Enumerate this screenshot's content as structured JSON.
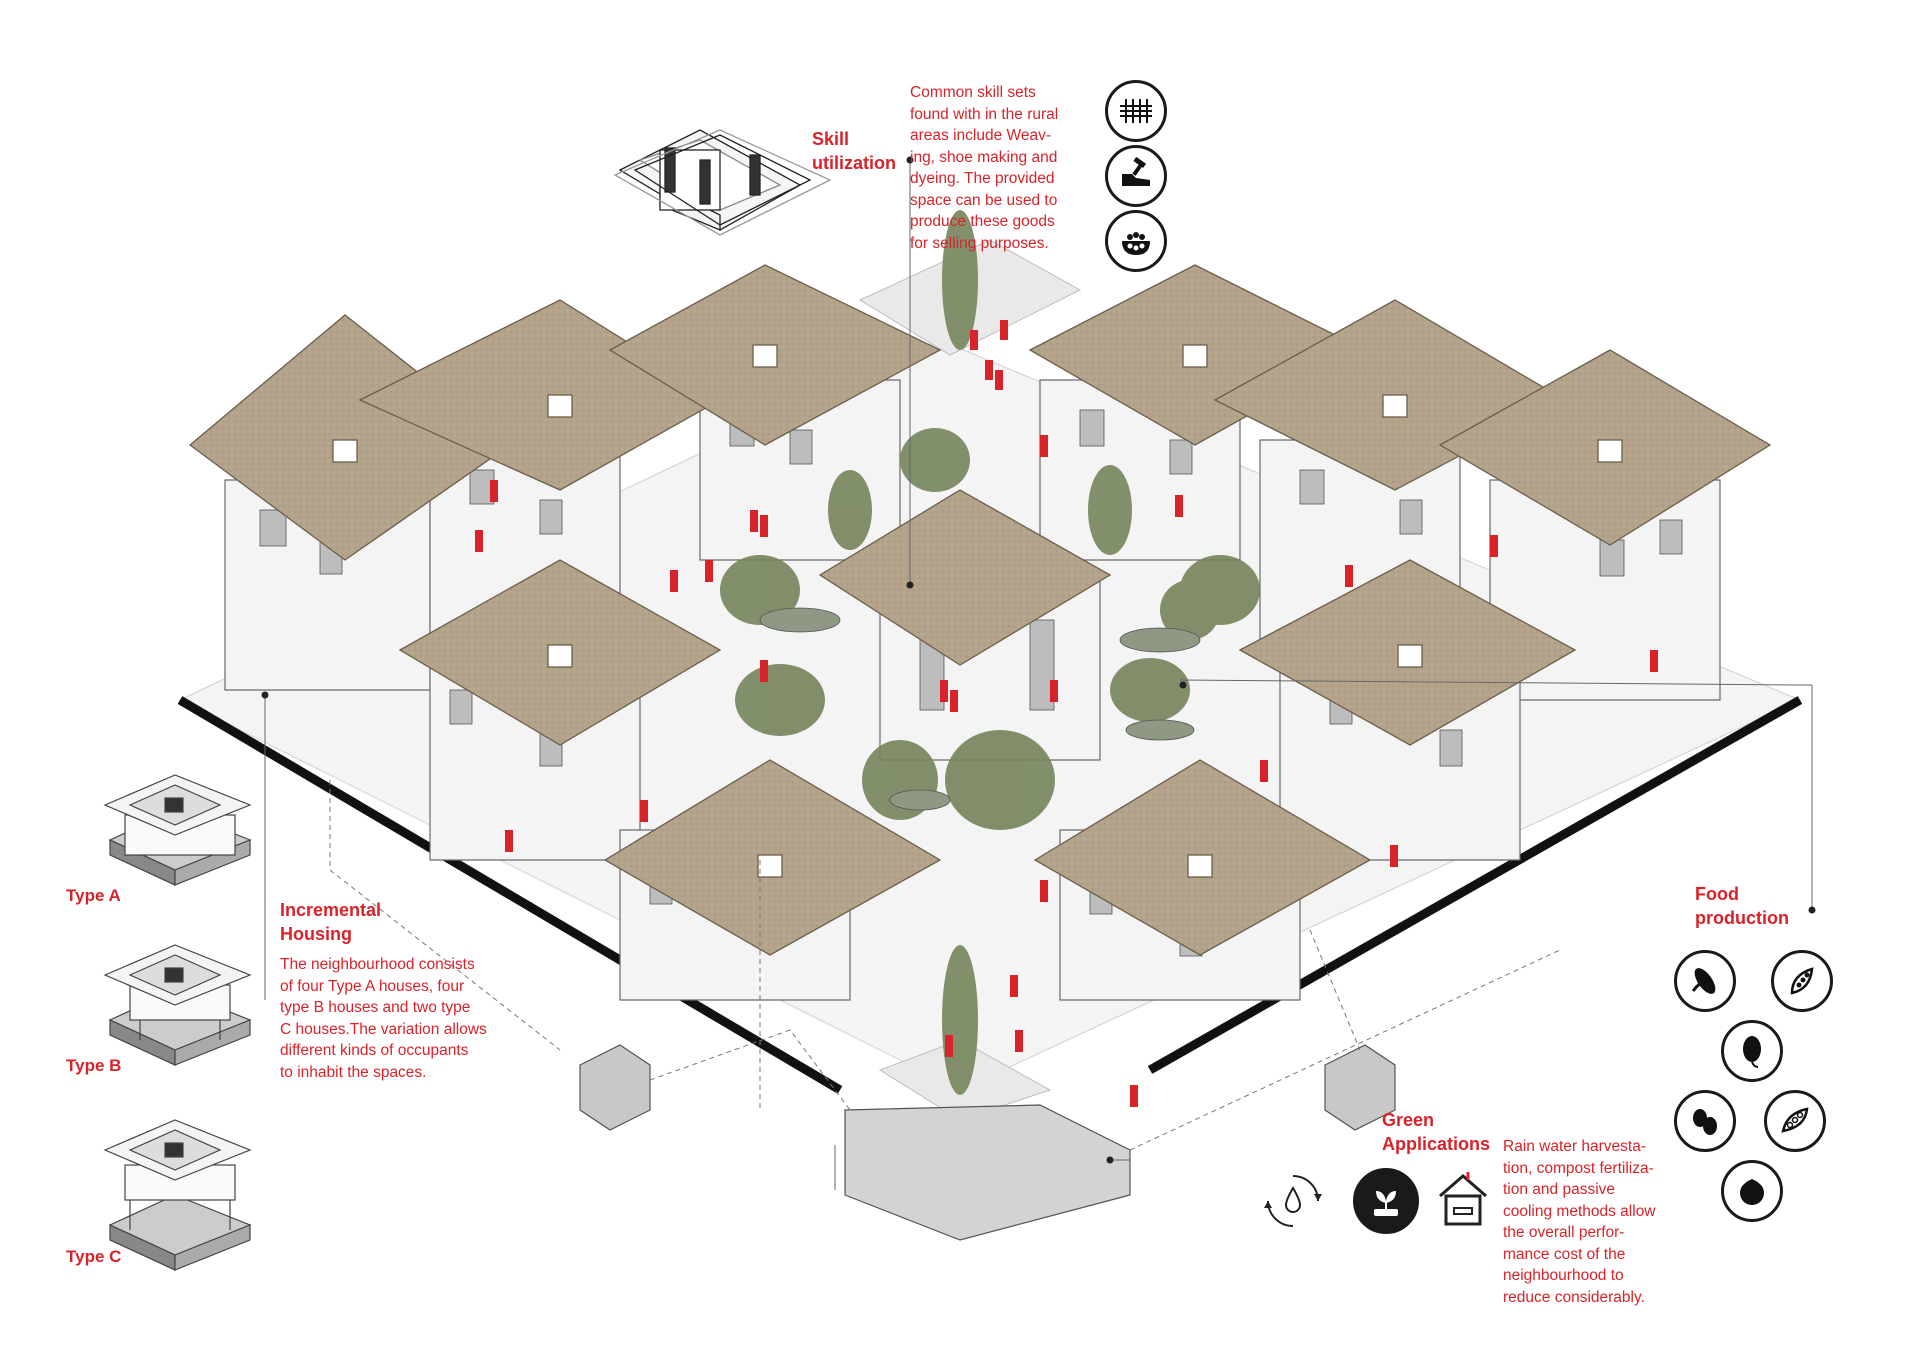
{
  "skill": {
    "title": "Skill\nutilization",
    "text": "Common skill sets\nfound with in the rural\nareas include Weav-\ning, shoe making and\ndyeing. The provided\nspace can be used to\nproduce these goods\nfor selling purposes.",
    "icons": [
      "weaving-icon",
      "shoemaking-icon",
      "dyeing-icon"
    ]
  },
  "housing": {
    "title": "Incremental\nHousing",
    "text": "The neighbourhood consists\nof four Type A houses, four\ntype B houses and two type\nC houses.The variation allows\ndifferent kinds of occupants\nto inhabit the spaces.",
    "types": [
      "Type A",
      "Type B",
      "Type C"
    ]
  },
  "food": {
    "title": "Food\nproduction",
    "icons": [
      "corn-icon",
      "pea-pod-icon",
      "seed-icon",
      "beans-icon",
      "green-pea-icon",
      "tomato-icon"
    ]
  },
  "green": {
    "title": "Green\nApplications",
    "text": "Rain water harvesta-\ntion, compost fertiliza-\ntion and passive\ncooling methods allow\nthe overall perfor-\nmance cost of the\nneighbourhood to\nreduce considerably.",
    "icons": [
      "rainwater-icon",
      "compost-icon",
      "passive-cooling-icon"
    ]
  },
  "colors": {
    "accent": "#d8232a",
    "roof": "#b5a58d",
    "roof_dark": "#9d8d74",
    "wall": "#f2f2f2",
    "line": "#555555",
    "foliage": "#6f7d55",
    "ground_edge": "#111111"
  }
}
